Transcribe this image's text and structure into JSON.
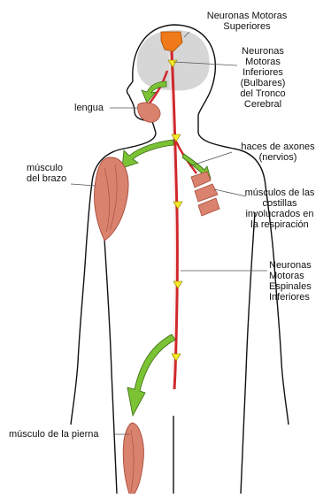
{
  "labels": {
    "upper_motor_neurons": [
      "Neuronas Motoras",
      "Superiores"
    ],
    "lower_bulbar_neurons": [
      "Neuronas",
      "Motoras",
      "Inferiores",
      "(Bulbares)",
      "del Tronco",
      "Cerebral"
    ],
    "tongue": "lengua",
    "arm_muscle": [
      "músculo",
      "del brazo"
    ],
    "axon_bundles": [
      "haces de axones",
      "(nervios)"
    ],
    "rib_muscles": [
      "músculos de las",
      "costillas",
      "involucrados en",
      "la respiración"
    ],
    "lower_spinal_neurons": [
      "Neuronas",
      "Motoras",
      "Espinales",
      "Inferiores"
    ],
    "leg_muscle": "músculo de la pierna"
  },
  "colors": {
    "body_outline": "#111111",
    "head_shade": "#d6d6d6",
    "neuron": "#f07a1a",
    "spinal_cord": "#d0282c",
    "signal_arrow": "#f5ea24",
    "nerve_arrow": "#7bc235",
    "muscle": "#d9826d",
    "muscle_stripe": "#a84a3b"
  }
}
